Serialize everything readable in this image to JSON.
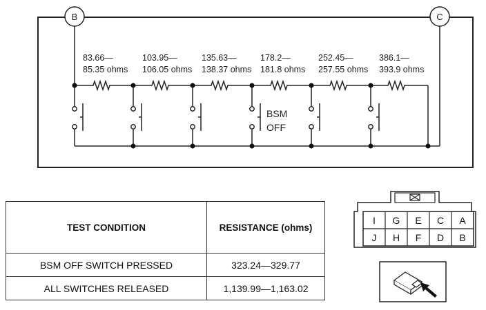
{
  "diagram": {
    "nodes": {
      "left": "B",
      "right": "C"
    },
    "resistors": [
      {
        "range_top": "83.66—",
        "range_bottom": "85.35 ohms"
      },
      {
        "range_top": "103.95—",
        "range_bottom": "106.05 ohms"
      },
      {
        "range_top": "135.63—",
        "range_bottom": "138.37 ohms"
      },
      {
        "range_top": "178.2—",
        "range_bottom": "181.8 ohms"
      },
      {
        "range_top": "252.45—",
        "range_bottom": "257.55 ohms"
      },
      {
        "range_top": "386.1—",
        "range_bottom": "393.9 ohms"
      }
    ],
    "bsm_switch_label": {
      "line1": "BSM",
      "line2": "OFF"
    }
  },
  "table": {
    "headers": [
      "TEST CONDITION",
      "RESISTANCE (ohms)"
    ],
    "rows": [
      [
        "BSM OFF SWITCH PRESSED",
        "323.24—329.77"
      ],
      [
        "ALL SWITCHES RELEASED",
        "1,139.99—1,163.02"
      ]
    ]
  },
  "connector": {
    "top_row": [
      "I",
      "G",
      "E",
      "C",
      "A"
    ],
    "bottom_row": [
      "J",
      "H",
      "F",
      "D",
      "B"
    ]
  }
}
